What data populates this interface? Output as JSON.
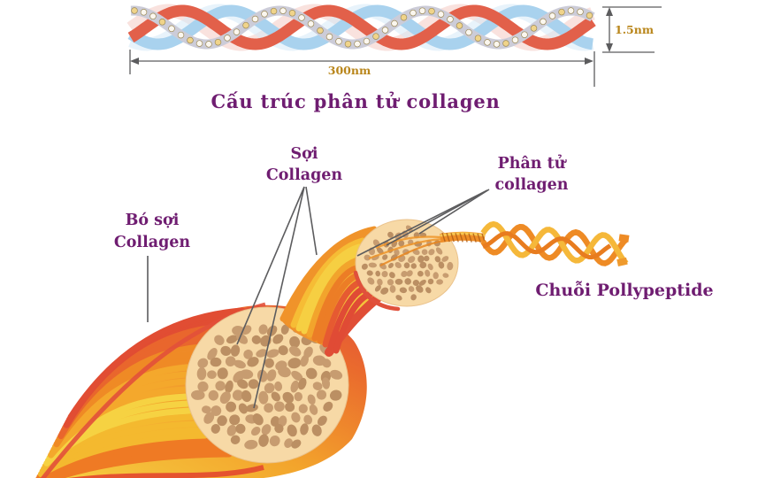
{
  "top_panel": {
    "title": "Cấu trúc phân tử collagen",
    "height_dimension": "1.5nm",
    "width_dimension": "300nm"
  },
  "diagram": {
    "label_bundle_line1": "Bó sợi",
    "label_bundle_line2": "Collagen",
    "label_fiber_line1": "Sợi",
    "label_fiber_line2": "Collagen",
    "label_molecule_line1": "Phân tử",
    "label_molecule_line2": "collagen",
    "label_polypeptide": "Chuỗi Pollypeptide"
  },
  "colors": {
    "label_text": "#6f1d71",
    "dimension_text": "#b9861b",
    "annotation_line": "#5c5c5e",
    "helix_strand_red": "#e2604a",
    "helix_strand_blue": "#a9d2ee",
    "helix_strand_gray": "#ccccd8",
    "bead_white": "#fbf7ef",
    "bead_gold": "#f0d48a",
    "fiber_yellow": "#f6d242",
    "fiber_orange": "#ef8a25",
    "fiber_red": "#e14d33",
    "cross_section_fill": "#f7d9a6",
    "cross_section_dot": "#c79c70"
  }
}
